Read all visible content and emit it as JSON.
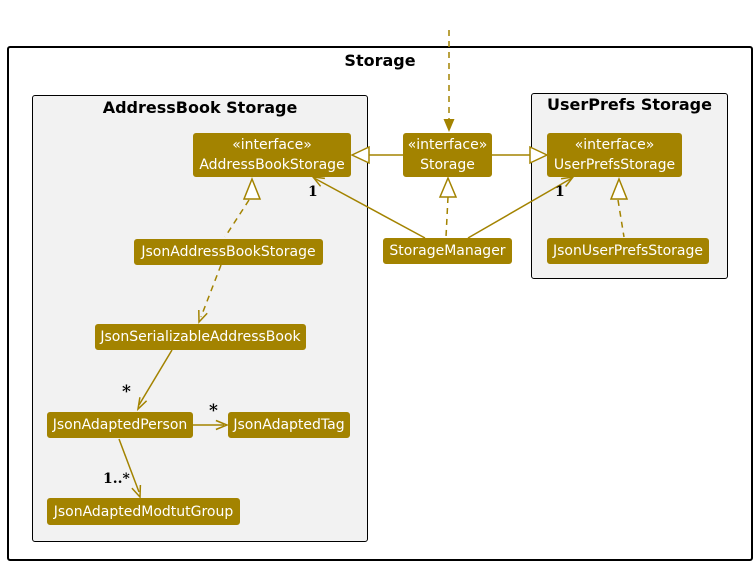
{
  "frames": {
    "outer": {
      "title": "Storage"
    },
    "addressbook": {
      "title": "AddressBook Storage"
    },
    "userprefs": {
      "title": "UserPrefs Storage"
    }
  },
  "nodes": {
    "addressbook_storage_interface": {
      "stereotype": "«interface»",
      "label": "AddressBookStorage"
    },
    "storage_interface": {
      "stereotype": "«interface»",
      "label": "Storage"
    },
    "userprefs_storage_interface": {
      "stereotype": "«interface»",
      "label": "UserPrefsStorage"
    },
    "json_addressbook_storage": {
      "label": "JsonAddressBookStorage"
    },
    "storage_manager": {
      "label": "StorageManager"
    },
    "json_userprefs_storage": {
      "label": "JsonUserPrefsStorage"
    },
    "json_serializable_addressbook": {
      "label": "JsonSerializableAddressBook"
    },
    "json_adapted_person": {
      "label": "JsonAdaptedPerson"
    },
    "json_adapted_tag": {
      "label": "JsonAdaptedTag"
    },
    "json_adapted_modtut_group": {
      "label": "JsonAdaptedModtutGroup"
    }
  },
  "edge_labels": {
    "manager_to_addressbookstorage": "1",
    "manager_to_userprefsstorage": "1",
    "serializable_to_person": "*",
    "person_to_tag": "*",
    "person_to_modtutgroup": "1..*"
  },
  "colors": {
    "node_fill": "#A38300",
    "node_text": "#FFFFFF",
    "edge": "#A38300",
    "frame_fill": "#F2F2F2",
    "frame_border": "#000000",
    "label_text": "#000000"
  }
}
